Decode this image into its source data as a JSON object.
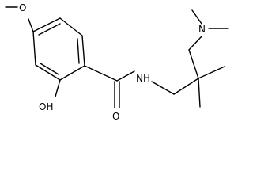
{
  "molecule": {
    "atoms": {
      "methoxy_oxygen": "O",
      "hydroxyl": "OH",
      "carbonyl_oxygen": "O",
      "amide_nitrogen": "NH",
      "amine_nitrogen": "N"
    }
  },
  "colors": {
    "bond": "#000000",
    "label": "#000000",
    "background": "#ffffff"
  }
}
